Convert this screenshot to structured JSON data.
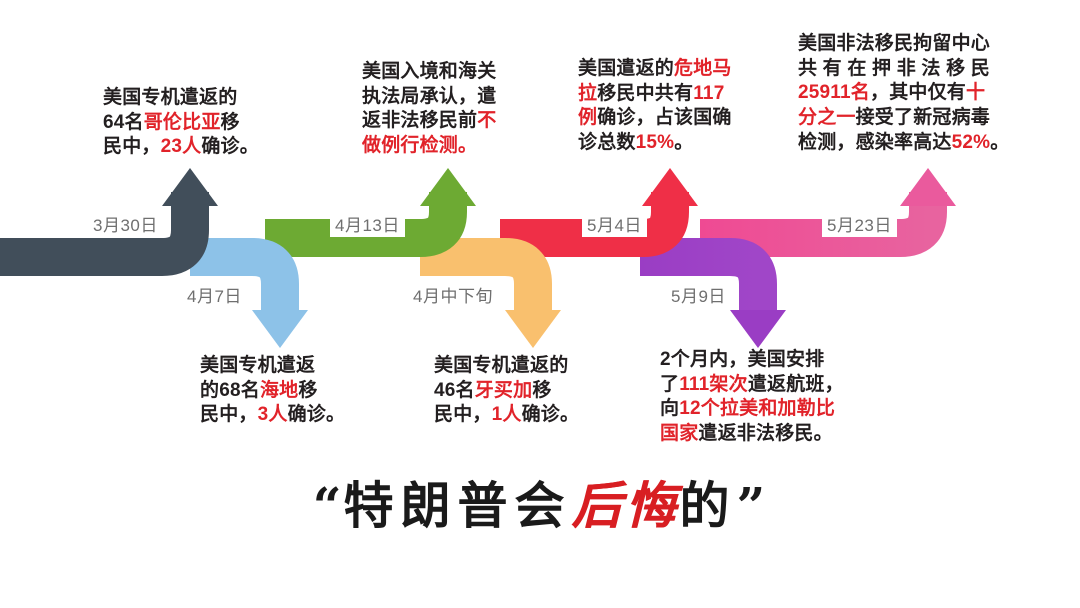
{
  "headline": {
    "open_quote": "“",
    "part1": "特朗普会",
    "brush": "后悔",
    "part2": "的",
    "close_quote": "”"
  },
  "timeline": {
    "segments": [
      {
        "id": "seg-1",
        "color": "#414e5a",
        "direction": "up",
        "date": "3月30日",
        "callout": [
          {
            "text": "美国专机遣返的",
            "hl": false
          },
          {
            "text": "\n64名",
            "hl": false
          },
          {
            "text": "哥伦比亚",
            "hl": true
          },
          {
            "text": "移",
            "hl": false
          },
          {
            "text": "\n民中，",
            "hl": false
          },
          {
            "text": "23人",
            "hl": true
          },
          {
            "text": "确诊。",
            "hl": false
          }
        ]
      },
      {
        "id": "seg-2",
        "color": "#8dc2e8",
        "direction": "down",
        "date": "4月7日",
        "callout": [
          {
            "text": "美国专机遣返",
            "hl": false
          },
          {
            "text": "\n的68名",
            "hl": false
          },
          {
            "text": "海地",
            "hl": true
          },
          {
            "text": "移",
            "hl": false
          },
          {
            "text": "\n民中，",
            "hl": false
          },
          {
            "text": "3人",
            "hl": true
          },
          {
            "text": "确诊。",
            "hl": false
          }
        ]
      },
      {
        "id": "seg-3",
        "color": "#6daa33",
        "direction": "up",
        "date": "4月13日",
        "callout": [
          {
            "text": "美国入境和海关",
            "hl": false
          },
          {
            "text": "\n执法局承认，遣",
            "hl": false
          },
          {
            "text": "\n返非法移民前",
            "hl": false
          },
          {
            "text": "不",
            "hl": true
          },
          {
            "text": "\n做例行检测。",
            "hl": true
          }
        ]
      },
      {
        "id": "seg-4",
        "color": "#f9c06e",
        "direction": "down",
        "date": "4月中下旬",
        "callout": [
          {
            "text": "美国专机遣返的",
            "hl": false
          },
          {
            "text": "\n46名",
            "hl": false
          },
          {
            "text": "牙买加",
            "hl": true
          },
          {
            "text": "移",
            "hl": false
          },
          {
            "text": "\n民中，",
            "hl": false
          },
          {
            "text": "1人",
            "hl": true
          },
          {
            "text": "确诊。",
            "hl": false
          }
        ]
      },
      {
        "id": "seg-5",
        "color": "#ef2f47",
        "direction": "up",
        "date": "5月4日",
        "callout": [
          {
            "text": "美国遣返的",
            "hl": false
          },
          {
            "text": "危地马",
            "hl": true
          },
          {
            "text": "\n拉",
            "hl": true
          },
          {
            "text": "移民中共有",
            "hl": false
          },
          {
            "text": "117",
            "hl": true
          },
          {
            "text": "\n例",
            "hl": true
          },
          {
            "text": "确诊，占该国确",
            "hl": false
          },
          {
            "text": "\n诊总数",
            "hl": false
          },
          {
            "text": "15%",
            "hl": true
          },
          {
            "text": "。",
            "hl": false
          }
        ]
      },
      {
        "id": "seg-6",
        "color": "#9a3dc4",
        "direction": "down",
        "date": "5月9日",
        "callout": [
          {
            "text": "2个月内，美国安排",
            "hl": false
          },
          {
            "text": "\n了",
            "hl": false
          },
          {
            "text": "111架次",
            "hl": true
          },
          {
            "text": "遣返航班，",
            "hl": false
          },
          {
            "text": "\n向",
            "hl": false
          },
          {
            "text": "12个拉美和加勒比",
            "hl": true
          },
          {
            "text": "\n国家",
            "hl": true
          },
          {
            "text": "遣返非法移民。",
            "hl": false
          }
        ]
      },
      {
        "id": "seg-7",
        "color": "#ea5a9d",
        "direction": "up",
        "date": "5月23日",
        "callout": [
          {
            "text": "美国非法移民拘留中心",
            "hl": false
          },
          {
            "text": "\n共 有 在 押 非 法 移 民",
            "hl": false
          },
          {
            "text": "\n25911名",
            "hl": true
          },
          {
            "text": "，其中仅有",
            "hl": false
          },
          {
            "text": "十",
            "hl": true
          },
          {
            "text": "\n分之一",
            "hl": true
          },
          {
            "text": "接受了新冠病毒",
            "hl": false
          },
          {
            "text": "\n检测，感染率高达",
            "hl": false
          },
          {
            "text": "52%",
            "hl": true
          },
          {
            "text": "。",
            "hl": false
          }
        ]
      }
    ]
  },
  "colors": {
    "slate": "#414e5a",
    "light_blue": "#8dc2e8",
    "green": "#6daa33",
    "orange": "#f9c06e",
    "red": "#ef2f47",
    "purple": "#9a3dc4",
    "pink": "#ea5a9d",
    "highlight_text": "#e1232a",
    "body_text": "#231f20",
    "date_text": "#6f6f6f"
  }
}
